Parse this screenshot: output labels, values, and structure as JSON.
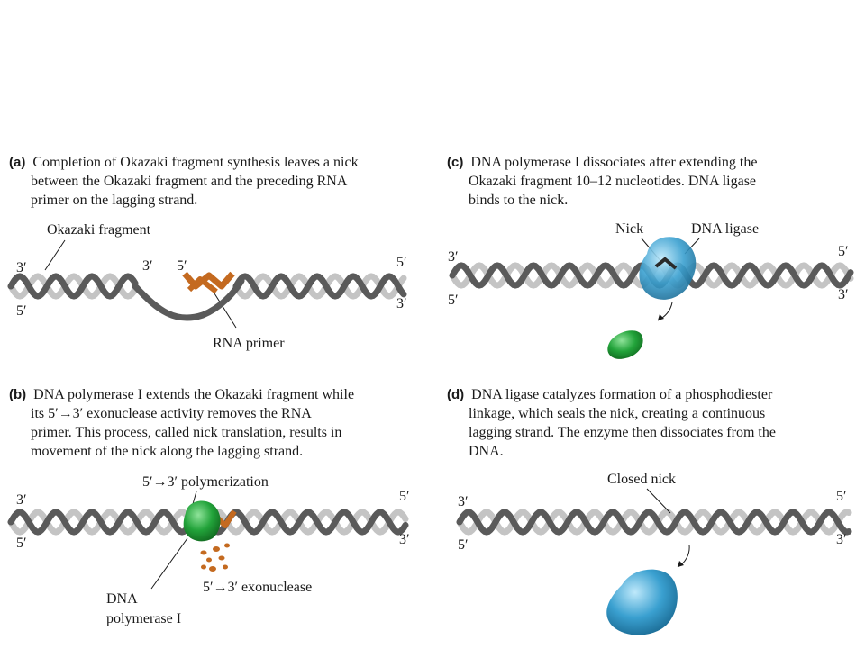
{
  "panels": {
    "a": {
      "letter": "(a)",
      "lines": [
        "Completion of Okazaki fragment synthesis leaves a nick",
        "between the Okazaki fragment and the preceding RNA",
        "primer on the lagging strand."
      ],
      "labels": {
        "okazaki_fragment": "Okazaki fragment",
        "rna_primer": "RNA primer",
        "end_3_left": "3′",
        "end_5_left": "5′",
        "end_3_mid": "3′",
        "end_5_mid": "5′",
        "end_5_right": "5′",
        "end_3_right": "3′"
      }
    },
    "b": {
      "letter": "(b)",
      "lines": [
        "DNA polymerase I extends the Okazaki fragment while",
        "its 5′→3′ exonuclease activity removes the RNA",
        "primer. This process, called nick translation, results in",
        "movement of the nick along the lagging strand."
      ],
      "labels": {
        "polymerization": "5′→3′ polymerization",
        "exonuclease": "5′→3′ exonuclease",
        "dna_pol_line1": "DNA",
        "dna_pol_line2": "polymerase I",
        "end_3_left": "3′",
        "end_5_left": "5′",
        "end_5_right": "5′",
        "end_3_right": "3′"
      }
    },
    "c": {
      "letter": "(c)",
      "lines": [
        "DNA polymerase I dissociates after extending the",
        "Okazaki fragment 10–12 nucleotides. DNA ligase",
        "binds to the nick."
      ],
      "labels": {
        "nick": "Nick",
        "dna_ligase": "DNA ligase",
        "end_3_left": "3′",
        "end_5_left": "5′",
        "end_5_right": "5′",
        "end_3_right": "3′"
      }
    },
    "d": {
      "letter": "(d)",
      "lines": [
        "DNA ligase catalyzes formation of a phosphodiester",
        "linkage, which seals the nick, creating a continuous",
        "lagging strand. The enzyme then dissociates from the",
        "DNA."
      ],
      "labels": {
        "closed_nick": "Closed nick",
        "end_3_left": "3′",
        "end_5_left": "5′",
        "end_5_right": "5′",
        "end_3_right": "3′"
      }
    }
  },
  "colors": {
    "strand_dark": "#5a5a5a",
    "strand_light": "#c4c4c4",
    "rna_primer": "#c46a20",
    "polymerase": "#22a33a",
    "ligase": "#3aa0d0"
  }
}
